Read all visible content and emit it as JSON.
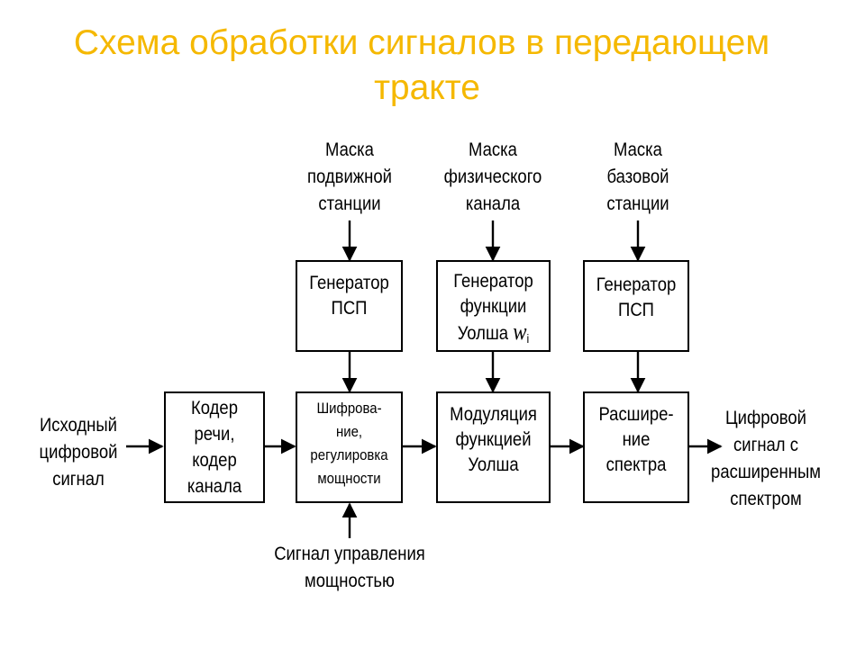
{
  "title": {
    "line1": "Схема обработки сигналов в передающем",
    "line2": "тракте"
  },
  "inputs": {
    "mask_mobile": [
      "Маска",
      "подвижной",
      "станции"
    ],
    "mask_channel": [
      "Маска",
      "физического",
      "канала"
    ],
    "mask_base": [
      "Маска",
      "базовой",
      "станции"
    ],
    "source_signal": [
      "Исходный",
      "цифровой",
      "сигнал"
    ],
    "power_control": [
      "Сигнал управления",
      "мощностью"
    ]
  },
  "blocks": {
    "prng1": [
      "Генератор",
      "ПСП"
    ],
    "walsh_gen": [
      "Генератор",
      "функции",
      "Уолша"
    ],
    "walsh_symbol": "w",
    "walsh_sub": "i",
    "prng2": [
      "Генератор",
      "ПСП"
    ],
    "coder": [
      "Кодер",
      "речи,",
      "кодер",
      "канала"
    ],
    "encrypt": [
      "Шифрова-",
      "ние,",
      "регулировка",
      "мощности"
    ],
    "modulation": [
      "Модуляция",
      "функцией",
      "Уолша"
    ],
    "spreading": [
      "Расшире-",
      "ние",
      "спектра"
    ]
  },
  "output": [
    "Цифровой",
    "сигнал с",
    "расширенным",
    "спектром"
  ]
}
